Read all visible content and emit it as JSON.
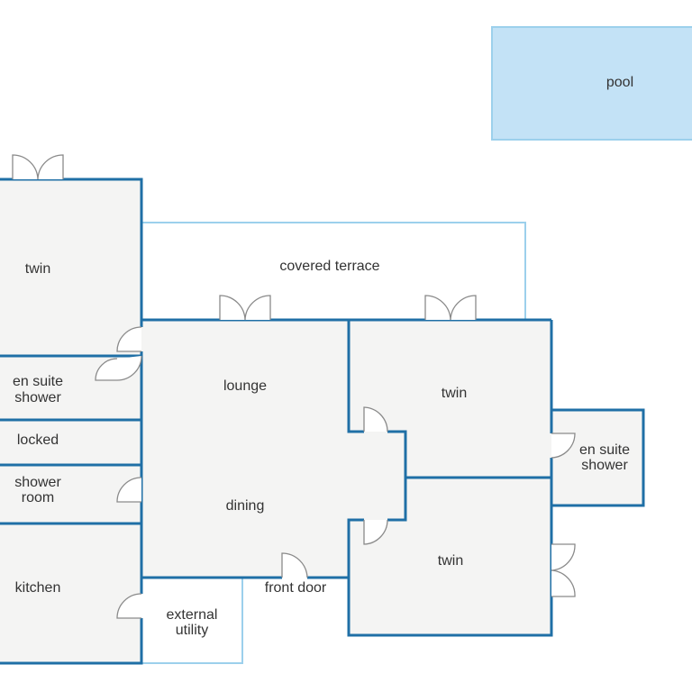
{
  "colors": {
    "wall": "#1f6fa6",
    "floor": "#f4f4f3",
    "pool": "#c3e2f6",
    "pool_edge": "#9cd0ec",
    "door": "#8a8a8a",
    "text": "#333333"
  },
  "labels": {
    "pool": "pool",
    "twin_west": "twin",
    "covered_terrace": "covered terrace",
    "lounge": "lounge",
    "twin_east": "twin",
    "en_suite_west_1": "en suite",
    "en_suite_west_2": "shower",
    "locked": "locked",
    "shower_room_1": "shower",
    "shower_room_2": "room",
    "dining": "dining",
    "en_suite_east_1": "en suite",
    "en_suite_east_2": "shower",
    "twin_south": "twin",
    "kitchen": "kitchen",
    "front_door": "front door",
    "external_utility_1": "external",
    "external_utility_2": "utility"
  }
}
